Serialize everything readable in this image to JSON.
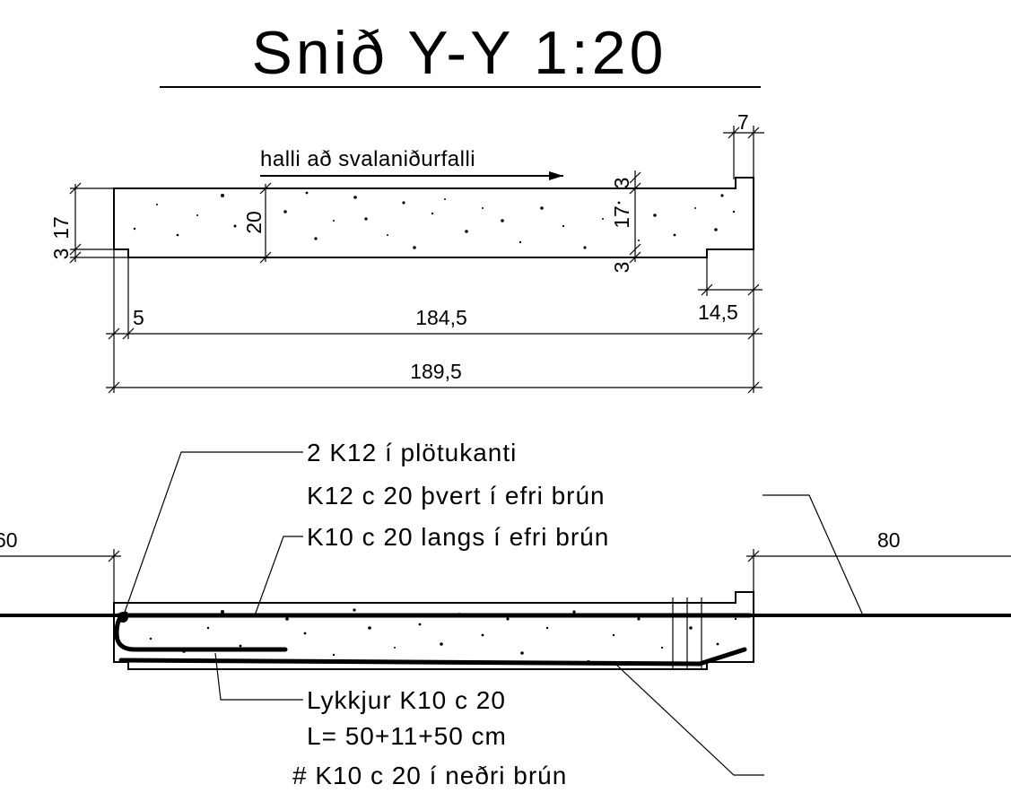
{
  "title": "Snið Y-Y 1:20",
  "section": {
    "slope_note": "halli að svalaniðurfalli",
    "dims": {
      "left_17": "17",
      "left_3": "3",
      "mid_20": "20",
      "right_top_3": "3",
      "right_17": "17",
      "right_bottom_3": "3",
      "top_7": "7",
      "right_14_5": "14,5",
      "bottom_5": "5",
      "bottom_184_5": "184,5",
      "bottom_189_5": "189,5"
    }
  },
  "reinforcement": {
    "dim_left": "60",
    "dim_right": "80",
    "labels": {
      "edge_bars": "2 K12 í plötukanti",
      "transverse_top": "K12 c 20 þvert í efri brún",
      "longitudinal_top": "K10 c 20 langs í efri brún",
      "loops": "Lykkjur K10 c 20",
      "loop_length": "L= 50+11+50 cm",
      "bottom_mesh": "# K10 c 20 í neðri brún"
    }
  }
}
